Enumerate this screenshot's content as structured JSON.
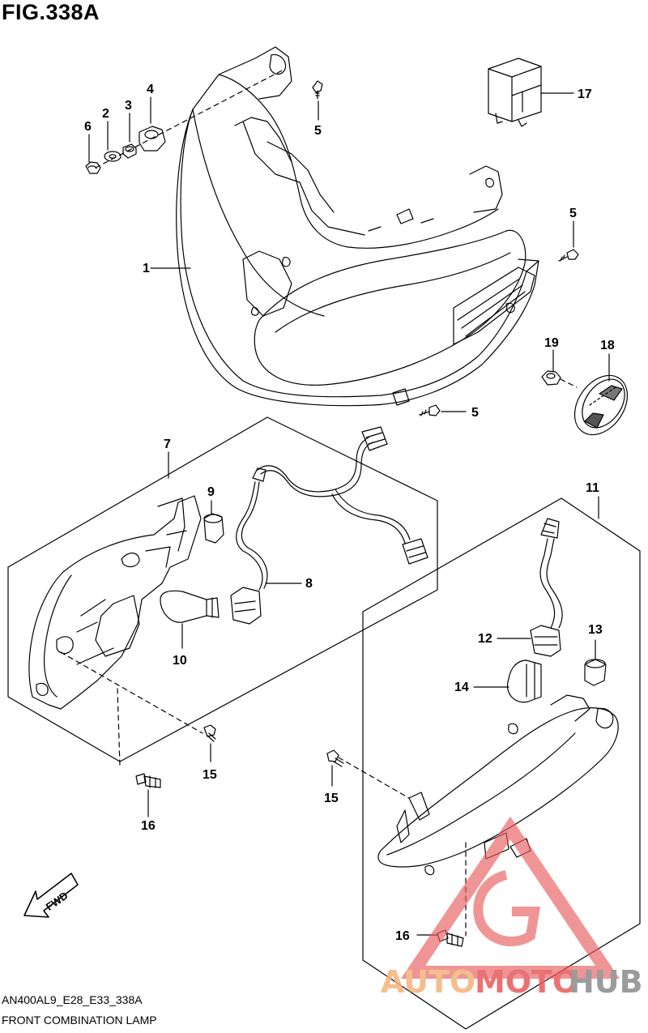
{
  "figure": {
    "title": "FIG.338A",
    "code": "AN400AL9_E28_E33_338A",
    "name": "FRONT COMBINATION LAMP"
  },
  "callouts": {
    "c1": "1",
    "c2": "2",
    "c3": "3",
    "c4": "4",
    "c5a": "5",
    "c5b": "5",
    "c5c": "5",
    "c6": "6",
    "c7": "7",
    "c8": "8",
    "c9": "9",
    "c10": "10",
    "c11": "11",
    "c12": "12",
    "c13": "13",
    "c14": "14",
    "c15a": "15",
    "c15b": "15",
    "c16a": "16",
    "c16b": "16",
    "c17": "17",
    "c18": "18",
    "c19": "19"
  },
  "fwd_label": "FWD",
  "watermark": {
    "text_auto": "AUTO",
    "text_moto": "MOTO",
    "text_hub": "HUB",
    "color_orange": "#f5b27a",
    "color_red": "#e85a5a",
    "color_gray": "#8a8a8a"
  }
}
